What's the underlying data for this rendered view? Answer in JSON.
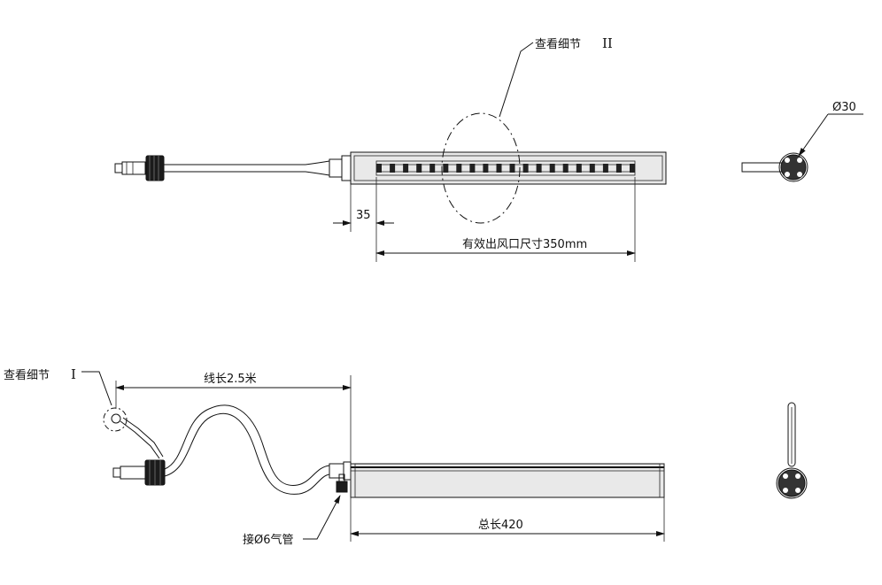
{
  "labels": {
    "detail_ii": {
      "text": "查看细节",
      "numeral": "II"
    },
    "detail_i": {
      "text": "查看细节",
      "numeral": "I"
    },
    "diameter": "Ø30",
    "offset": "35",
    "effective_outlet": "有效出风口尺寸350mm",
    "cable_length": "线长2.5米",
    "total_length": "总长420",
    "air_tube": "接Ø6气管"
  }
}
